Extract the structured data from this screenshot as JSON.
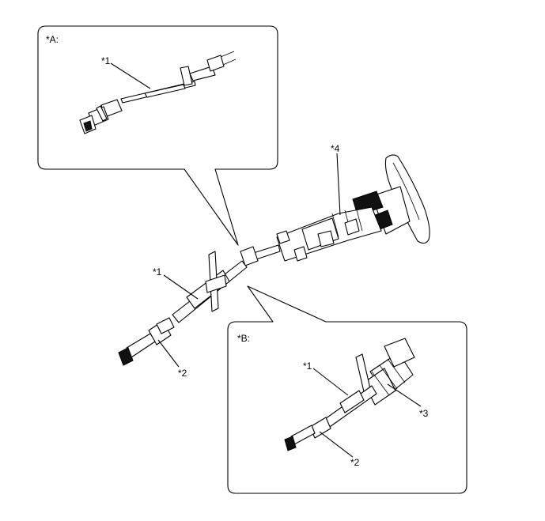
{
  "callouts": {
    "A": {
      "title": "*A:",
      "labels": {
        "one": "*1"
      }
    },
    "B": {
      "title": "*B:",
      "labels": {
        "one": "*1",
        "two": "*2",
        "three": "*3"
      }
    }
  },
  "main": {
    "labels": {
      "one": "*1",
      "two": "*2",
      "four": "*4"
    }
  }
}
